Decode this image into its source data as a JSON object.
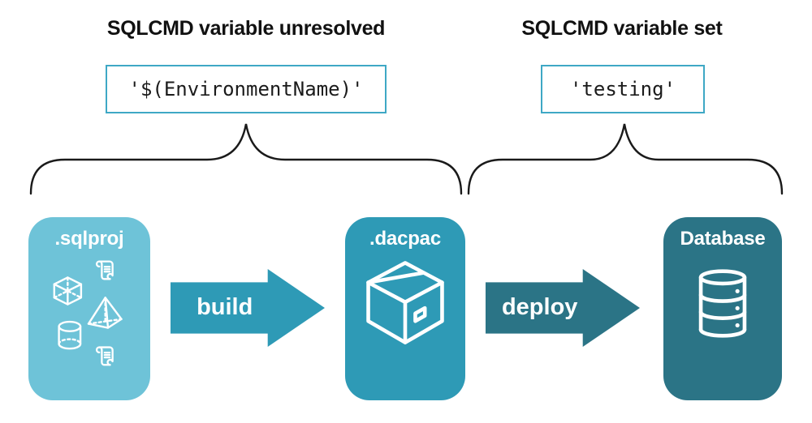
{
  "annotations": {
    "left": {
      "title": "SQLCMD variable unresolved",
      "code": "'$(EnvironmentName)'"
    },
    "right": {
      "title": "SQLCMD variable set",
      "code": "'testing'"
    }
  },
  "pipeline": {
    "nodes": {
      "sqlproj": {
        "label": ".sqlproj",
        "color": "#6EC3D8",
        "icon": "sql-objects-icon"
      },
      "dacpac": {
        "label": ".dacpac",
        "color": "#2E9AB6",
        "icon": "package-icon"
      },
      "database": {
        "label": "Database",
        "color": "#2B7486",
        "icon": "database-icon"
      }
    },
    "arrows": {
      "build": {
        "label": "build",
        "color": "#2E9AB6"
      },
      "deploy": {
        "label": "deploy",
        "color": "#2B7486"
      }
    }
  },
  "colors": {
    "background": "#FFFFFF",
    "code_box_border": "#3EA8C5",
    "brace_stroke": "#1A1A1A",
    "heading_text": "#111111",
    "icon_stroke": "#FFFFFF"
  }
}
